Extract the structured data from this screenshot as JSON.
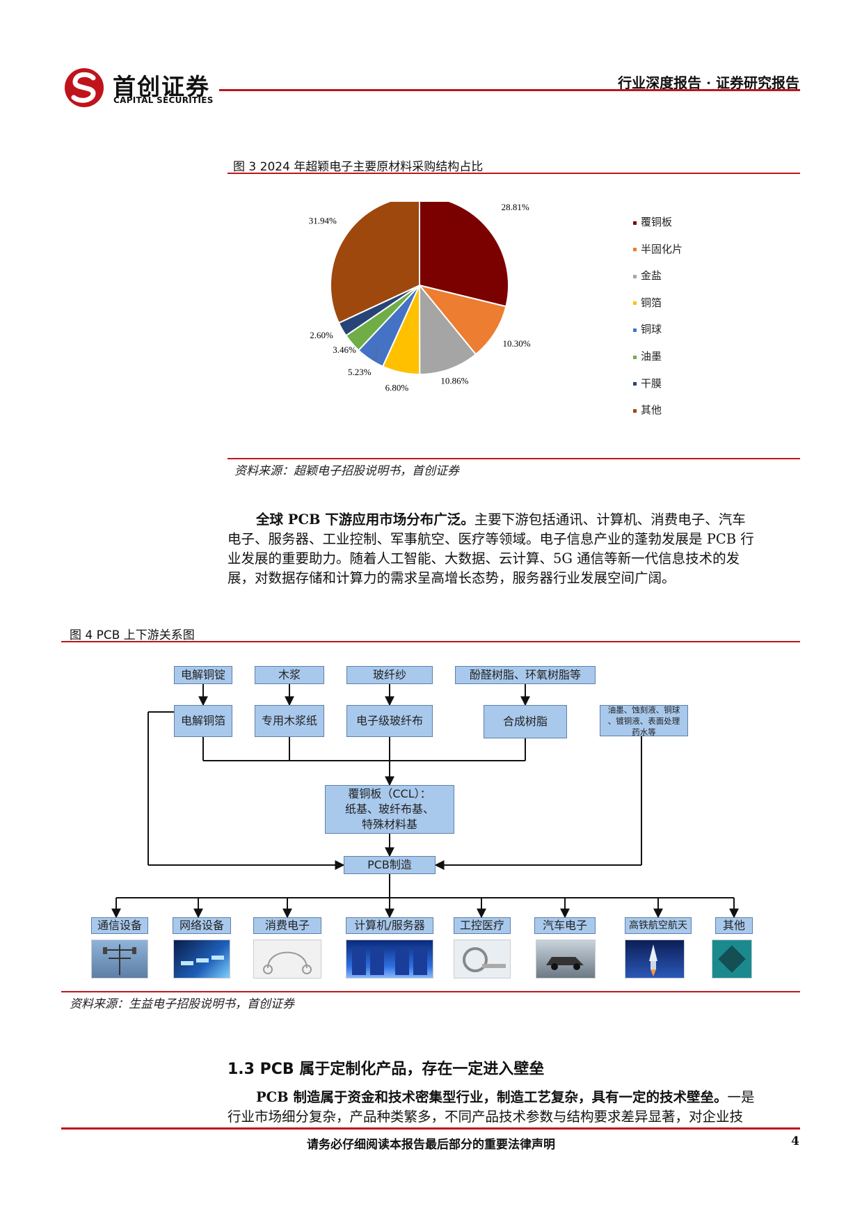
{
  "header": {
    "logo_cn": "首创证券",
    "logo_en": "CAPITAL SECURITIES",
    "report_type": "行业深度报告 · 证券研究报告",
    "brand_color": "#c0131b"
  },
  "figure3": {
    "caption": "图 3 2024 年超颖电子主要原材料采购结构占比",
    "source": "资料来源：超颖电子招股说明书，首创证券"
  },
  "chart_data": {
    "type": "pie",
    "title": "",
    "start_angle_deg": 0,
    "direction": "clockwise",
    "slices": [
      {
        "name": "覆铜板",
        "value": 28.81,
        "label": "28.81%",
        "color": "#7b0000"
      },
      {
        "name": "半固化片",
        "value": 10.3,
        "label": "10.30%",
        "color": "#ed7d31"
      },
      {
        "name": "金盐",
        "value": 10.86,
        "label": "10.86%",
        "color": "#a5a5a5"
      },
      {
        "name": "铜箔",
        "value": 6.8,
        "label": "6.80%",
        "color": "#ffc000"
      },
      {
        "name": "铜球",
        "value": 5.23,
        "label": "5.23%",
        "color": "#4472c4"
      },
      {
        "name": "油墨",
        "value": 3.46,
        "label": "3.46%",
        "color": "#70ad47"
      },
      {
        "name": "干膜",
        "value": 2.6,
        "label": "2.60%",
        "color": "#264478"
      },
      {
        "name": "其他",
        "value": 31.94,
        "label": "31.94%",
        "color": "#9e480e"
      }
    ],
    "legend_position": "right"
  },
  "paragraph1": {
    "lead": "全球 PCB 下游应用市场分布广泛。",
    "lines": [
      "主要下游包括通讯、计算机、消费电子、汽车",
      "电子、服务器、工业控制、军事航空、医疗等领域。电子信息产业的蓬勃发展是 PCB 行",
      "业发展的重要助力。随着人工智能、大数据、云计算、5G 通信等新一代信息技术的发",
      "展，对数据存储和计算力的需求呈高增长态势，服务器行业发展空间广阔。"
    ]
  },
  "figure4": {
    "caption": "图 4 PCB 上下游关系图",
    "source": "资料来源：生益电子招股说明书，首创证券",
    "raw": [
      "电解铜锭",
      "木浆",
      "玻纤纱",
      "酚醛树脂、环氧树脂等"
    ],
    "mid": [
      "电解铜箔",
      "专用木浆纸",
      "电子级玻纤布",
      "合成树脂"
    ],
    "chem_l1": "油墨、蚀刻液、铜球",
    "chem_l2": "、镀铜液、表面处理",
    "chem_l3": "药水等",
    "ccl_l1": "覆铜板（CCL）：",
    "ccl_l2": "纸基、玻纤布基、",
    "ccl_l3": "特殊材料基",
    "pcb": "PCB制造",
    "apps": [
      "通信设备",
      "网络设备",
      "消费电子",
      "计算机/服务器",
      "工控医疗",
      "汽车电子",
      "高铁航空航天",
      "其他"
    ]
  },
  "section": {
    "heading": "1.3 PCB 属于定制化产品，存在一定进入壁垒",
    "lead": "PCB 制造属于资金和技术密集型行业，制造工艺复杂，具有一定的技术壁垒。",
    "rest1": "一是",
    "line2": "行业市场细分复杂，产品种类繁多，不同产品技术参数与结构要求差异显著，对企业技"
  },
  "footer": {
    "disclaimer": "请务必仔细阅读本报告最后部分的重要法律声明",
    "page": "4"
  }
}
